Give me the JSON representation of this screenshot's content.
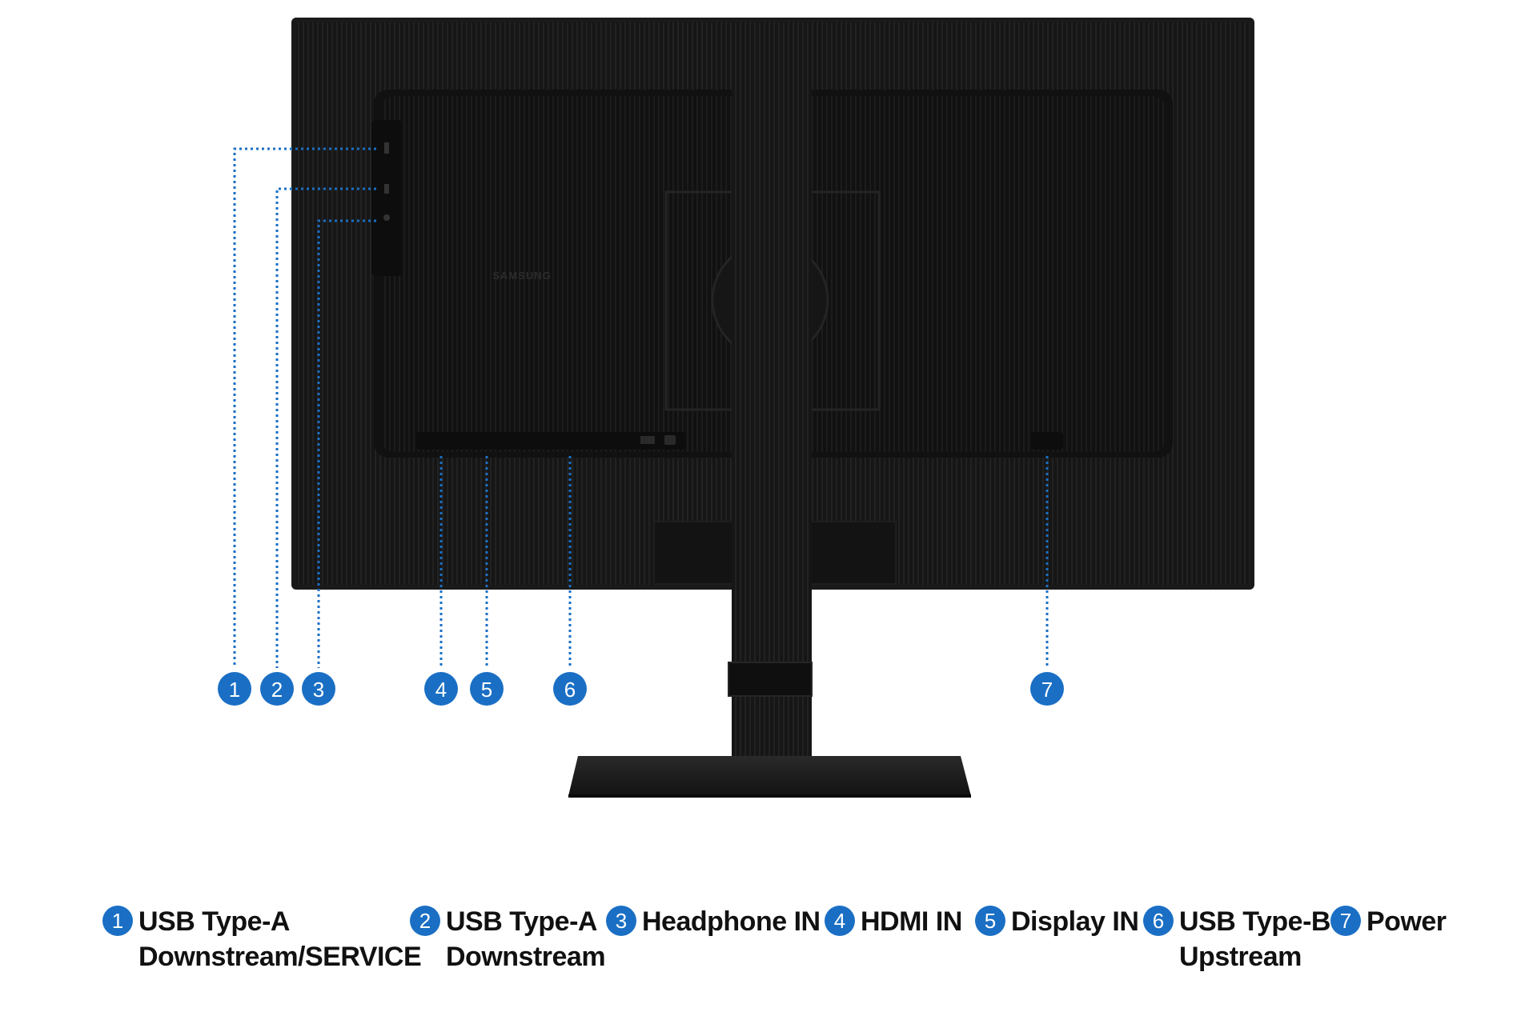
{
  "brand_logo_text": "SAMSUNG",
  "accent_color": "#1a6fc4",
  "callouts": [
    {
      "number": "1"
    },
    {
      "number": "2"
    },
    {
      "number": "3"
    },
    {
      "number": "4"
    },
    {
      "number": "5"
    },
    {
      "number": "6"
    },
    {
      "number": "7"
    }
  ],
  "legend": [
    {
      "number": "1",
      "line1": "USB Type-A",
      "line2": "Downstream/SERVICE"
    },
    {
      "number": "2",
      "line1": "USB Type-A",
      "line2": "Downstream"
    },
    {
      "number": "3",
      "line1": "Headphone IN",
      "line2": ""
    },
    {
      "number": "4",
      "line1": "HDMI IN",
      "line2": ""
    },
    {
      "number": "5",
      "line1": "Display IN",
      "line2": ""
    },
    {
      "number": "6",
      "line1": "USB Type-B",
      "line2": "Upstream"
    },
    {
      "number": "7",
      "line1": "Power",
      "line2": ""
    }
  ]
}
